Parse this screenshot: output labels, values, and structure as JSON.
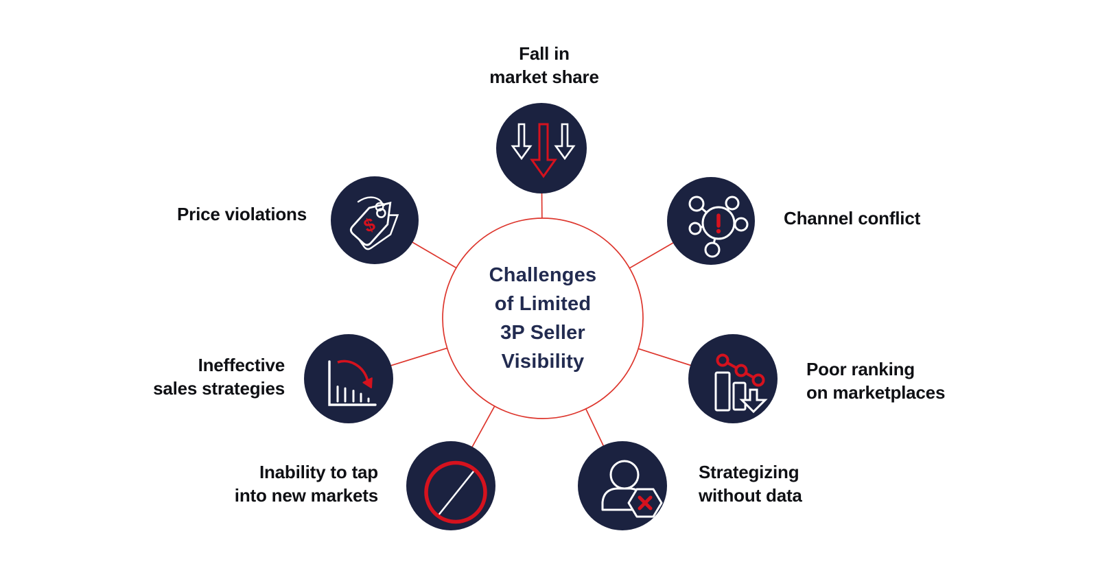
{
  "title": {
    "lines": [
      "Challenges",
      "of Limited",
      "3P Seller",
      "Visibility"
    ]
  },
  "colors": {
    "background": "#ffffff",
    "navy_circle": "#1b2240",
    "accent_red": "#d5121e",
    "connector_red": "#dd352c",
    "label_text": "#0f1014",
    "title_text": "#222b50",
    "icon_stroke": "#ffffff"
  },
  "nodes": [
    {
      "id": "fall-in-market-share",
      "icon": "triple-down-arrows-icon",
      "label_lines": [
        "Fall in",
        "market share"
      ]
    },
    {
      "id": "price-violations",
      "icon": "price-tag-icon",
      "label_lines": [
        "Price violations"
      ]
    },
    {
      "id": "channel-conflict",
      "icon": "network-alert-icon",
      "label_lines": [
        "Channel conflict"
      ]
    },
    {
      "id": "ineffective-sales",
      "icon": "declining-bar-chart-icon",
      "label_lines": [
        "Ineffective",
        "sales strategies"
      ]
    },
    {
      "id": "poor-ranking",
      "icon": "rank-drop-chart-icon",
      "label_lines": [
        "Poor ranking",
        "on marketplaces"
      ]
    },
    {
      "id": "inability-new-markets",
      "icon": "no-entry-icon",
      "label_lines": [
        "Inability to tap",
        "into new markets"
      ]
    },
    {
      "id": "strategizing-without-data",
      "icon": "user-missing-data-icon",
      "label_lines": [
        "Strategizing",
        "without data"
      ]
    }
  ],
  "icon_glyphs": {
    "dollar": "$"
  }
}
